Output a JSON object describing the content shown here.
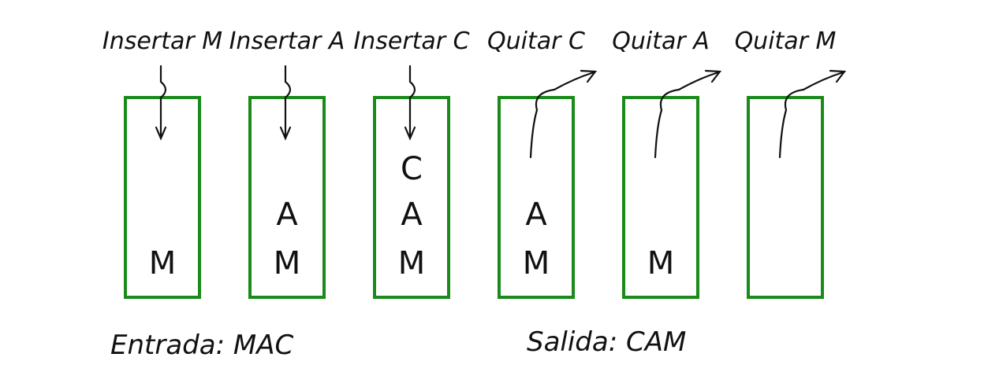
{
  "operations": [
    {
      "label": "Insertar M",
      "action": "push",
      "stack": [
        "M"
      ]
    },
    {
      "label": "Insertar A",
      "action": "push",
      "stack": [
        "M",
        "A"
      ]
    },
    {
      "label": "Insertar C",
      "action": "push",
      "stack": [
        "M",
        "A",
        "C"
      ]
    },
    {
      "label": "Quitar C",
      "action": "pop",
      "stack": [
        "M",
        "A"
      ]
    },
    {
      "label": "Quitar A",
      "action": "pop",
      "stack": [
        "M"
      ]
    },
    {
      "label": "Quitar M",
      "action": "pop",
      "stack": []
    }
  ],
  "entrada": "Entrada: MAC",
  "salida": "Salida: CAM",
  "colors": {
    "box": "#1a8a1a",
    "ink": "#111111"
  }
}
